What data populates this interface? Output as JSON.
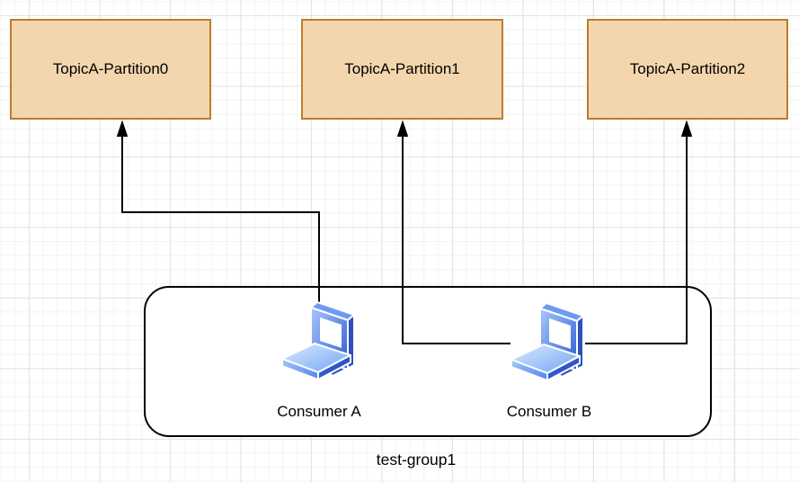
{
  "diagram": {
    "partitions": [
      {
        "label": "TopicA-Partition0"
      },
      {
        "label": "TopicA-Partition1"
      },
      {
        "label": "TopicA-Partition2"
      }
    ],
    "consumer_group": {
      "label": "test-group1",
      "consumers": [
        {
          "label": "Consumer A",
          "icon": "laptop-icon"
        },
        {
          "label": "Consumer B",
          "icon": "laptop-icon"
        }
      ]
    },
    "connections": [
      {
        "from": "Consumer A",
        "to": "TopicA-Partition0"
      },
      {
        "from": "Consumer B",
        "to": "TopicA-Partition1"
      },
      {
        "from": "Consumer B",
        "to": "TopicA-Partition2"
      }
    ]
  },
  "theme": {
    "colors": {
      "partition-fill": "#f3d6ad",
      "partition-stroke": "#bd7c2c",
      "connector": "#000000",
      "group-border": "#000000",
      "group-fill": "#ffffff",
      "canvas-bg": "#ffffff",
      "grid-minor": "#f3f3f3",
      "grid-major": "#e3e3e3",
      "label-color": "#000000"
    }
  }
}
